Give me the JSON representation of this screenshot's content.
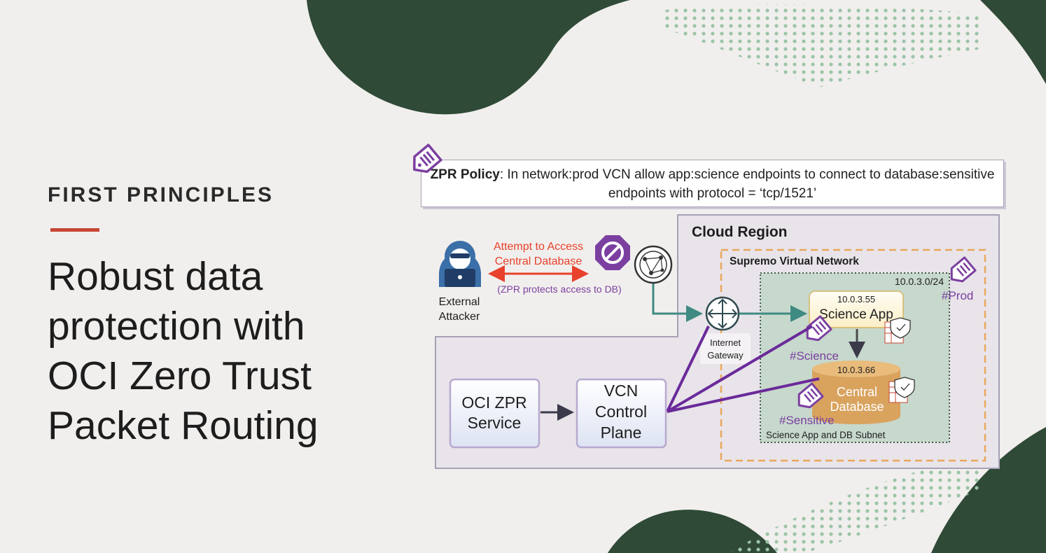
{
  "kicker": "FIRST PRINCIPLES",
  "headline": "Robust data protection with OCI Zero Trust Packet Routing",
  "policy": {
    "label": "ZPR Policy",
    "text": ": In network:prod VCN allow app:science endpoints to connect to database:sensitive endpoints with protocol = ‘tcp/1521’"
  },
  "diagram": {
    "cloud_region": "Cloud Region",
    "vcn_name": "Supremo Virtual Network",
    "subnet_cidr": "10.0.3.0/24",
    "subnet_name": "Science App and DB Subnet",
    "prod_tag": "#Prod",
    "science_app": {
      "ip": "10.0.3.55",
      "label": "Science App",
      "tag": "#Science"
    },
    "database": {
      "ip": "10.0.3.66",
      "line1": "Central",
      "line2": "Database",
      "tag": "#Sensitive"
    },
    "gateway": {
      "line1": "Internet",
      "line2": "Gateway"
    },
    "attacker": {
      "line1": "External",
      "line2": "Attacker"
    },
    "attempt": {
      "line1": "Attempt to Access",
      "line2": "Central Database"
    },
    "zpr_note": "(ZPR protects access to DB)",
    "zpr_service": {
      "line1": "OCI ZPR",
      "line2": "Service"
    },
    "control_plane": {
      "line1": "VCN",
      "line2": "Control",
      "line3": "Plane"
    }
  },
  "colors": {
    "background": "#f1efed",
    "forest": "#2f4a36",
    "dots": "#9cc4a8",
    "accent_red": "#c74634",
    "tag_purple": "#7b3fa0",
    "attack_red": "#e8412c",
    "flow_teal": "#3f8a82",
    "vcn_orange": "#e9a75c",
    "db_tan": "#d9a35e"
  },
  "icons": [
    "tag-icon",
    "hacker-icon",
    "block-icon",
    "globe-icon",
    "router-icon",
    "shield-icon",
    "database-icon"
  ]
}
